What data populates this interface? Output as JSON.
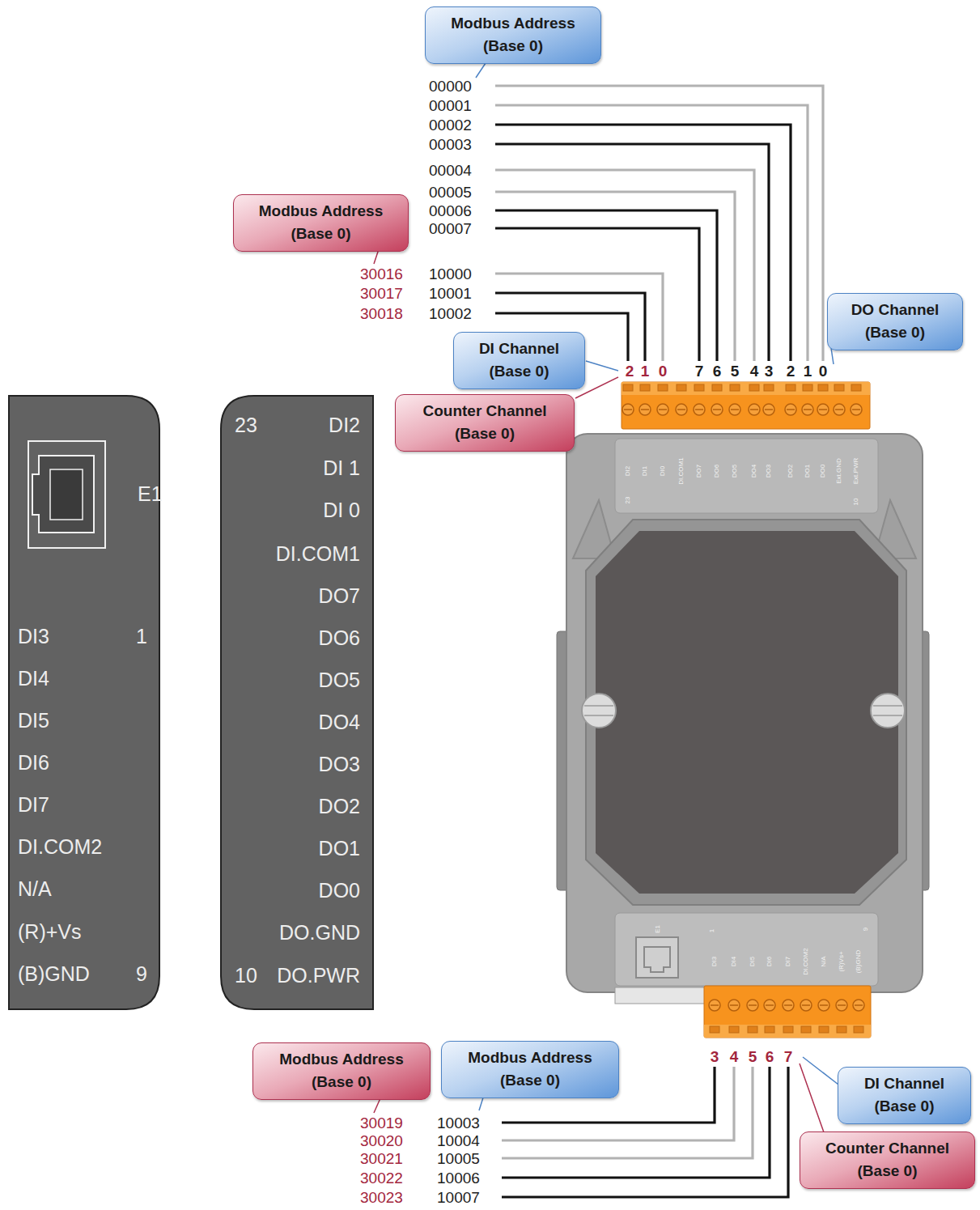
{
  "diagram": {
    "nodes": [
      {
        "text": [
          "Modbus Address (Base 0)"
        ]
      },
      {
        "text": [
          "Modbus Address (Base 0)"
        ]
      },
      {
        "text": [
          "DI Channel (Base 0)"
        ]
      },
      {
        "text": [
          "Counter Channel (Base 0)"
        ]
      },
      {
        "text": [
          "DO Channel (Base 0)"
        ]
      },
      {
        "text": [
          "E1",
          "DI3",
          "1",
          "DI4",
          "DI5",
          "DI6",
          "DI7",
          "DI.COM2",
          "N/A",
          "(R)+Vs",
          "(B)GND",
          "9"
        ]
      },
      {
        "text": [
          "23",
          "DI2",
          "DI 1",
          "DI 0",
          "DI.COM1",
          "DO7",
          "DO6",
          "DO5",
          "DO4",
          "DO3",
          "DO2",
          "DO1",
          "DO0",
          "DO.GND",
          "10",
          "DO.PWR"
        ]
      },
      {
        "text": [
          "Modbus Address (Base 0)"
        ]
      },
      {
        "text": [
          "Modbus Address (Base 0)"
        ]
      },
      {
        "text": [
          "DI Channel (Base 0)"
        ]
      },
      {
        "text": [
          "Counter Channel (Base 0)"
        ]
      }
    ],
    "labels": [
      "00000",
      "00001",
      "00002",
      "00003",
      "00004",
      "00005",
      "00006",
      "00007",
      "30016",
      "30017",
      "30018",
      "10000",
      "10001",
      "10002",
      "2",
      "1",
      "0",
      "7",
      "6",
      "5",
      "4",
      "3",
      "2",
      "1",
      "0",
      "DI2",
      "DI1",
      "DI0",
      "DI.COM1",
      "DO7",
      "DO6",
      "DO5",
      "DO4",
      "DO3",
      "DO2",
      "DO1",
      "DO0",
      "Ext.GND",
      "Ext.PWR",
      "23",
      "10",
      "E1",
      "1",
      "DI3",
      "DI4",
      "DI5",
      "DI6",
      "DI7",
      "DI.COM2",
      "N/A",
      "(R)Vs+",
      "(B)GND",
      "9",
      "3",
      "4",
      "5",
      "6",
      "7",
      "30019",
      "30020",
      "30021",
      "30022",
      "30023",
      "10003",
      "10004",
      "10005",
      "10006",
      "10007"
    ]
  }
}
